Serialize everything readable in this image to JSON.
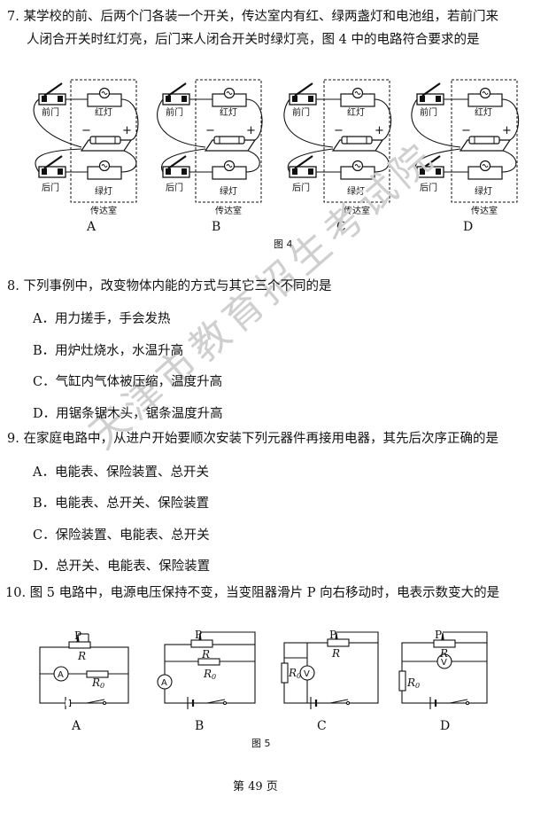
{
  "page_number_label": "第 49 页",
  "watermark": "天津市教育招生考试院",
  "q7": {
    "number": "7.",
    "line1": "某学校的前、后两个门各装一个开关，传达室内有红、绿两盏灯和电池组，若前门来",
    "line2": "人闭合开关时红灯亮，后门来人闭合开关时绿灯亮，图 4 中的电路符合要求的是",
    "figure_caption": "图 4",
    "labels": {
      "front": "前门",
      "back": "后门",
      "red": "红灯",
      "green": "绿灯",
      "room": "传达室",
      "minus": "−",
      "plus": "+"
    },
    "option_letters": [
      "A",
      "B",
      "C",
      "D"
    ]
  },
  "q8": {
    "number": "8.",
    "stem": "下列事例中，改变物体内能的方式与其它三个不同的是",
    "options": [
      "A．用力搓手，手会发热",
      "B．用炉灶烧水，水温升高",
      "C．气缸内气体被压缩，温度升高",
      "D．用锯条锯木头，锯条温度升高"
    ]
  },
  "q9": {
    "number": "9.",
    "stem": "在家庭电路中，从进户开始要顺次安装下列元器件再接用电器，其先后次序正确的是",
    "options": [
      "A．电能表、保险装置、总开关",
      "B．电能表、总开关、保险装置",
      "C．保险装置、电能表、总开关",
      "D．总开关、电能表、保险装置"
    ]
  },
  "q10": {
    "number": "10.",
    "stem": "图 5 电路中，电源电压保持不变，当变阻器滑片 P 向右移动时，电表示数变大的是",
    "figure_caption": "图 5",
    "labels": {
      "p": "P",
      "r": "R",
      "r0": "R",
      "r0_sub": "0",
      "ammeter": "A",
      "voltmeter": "V"
    },
    "option_letters": [
      "A",
      "B",
      "C",
      "D"
    ]
  }
}
